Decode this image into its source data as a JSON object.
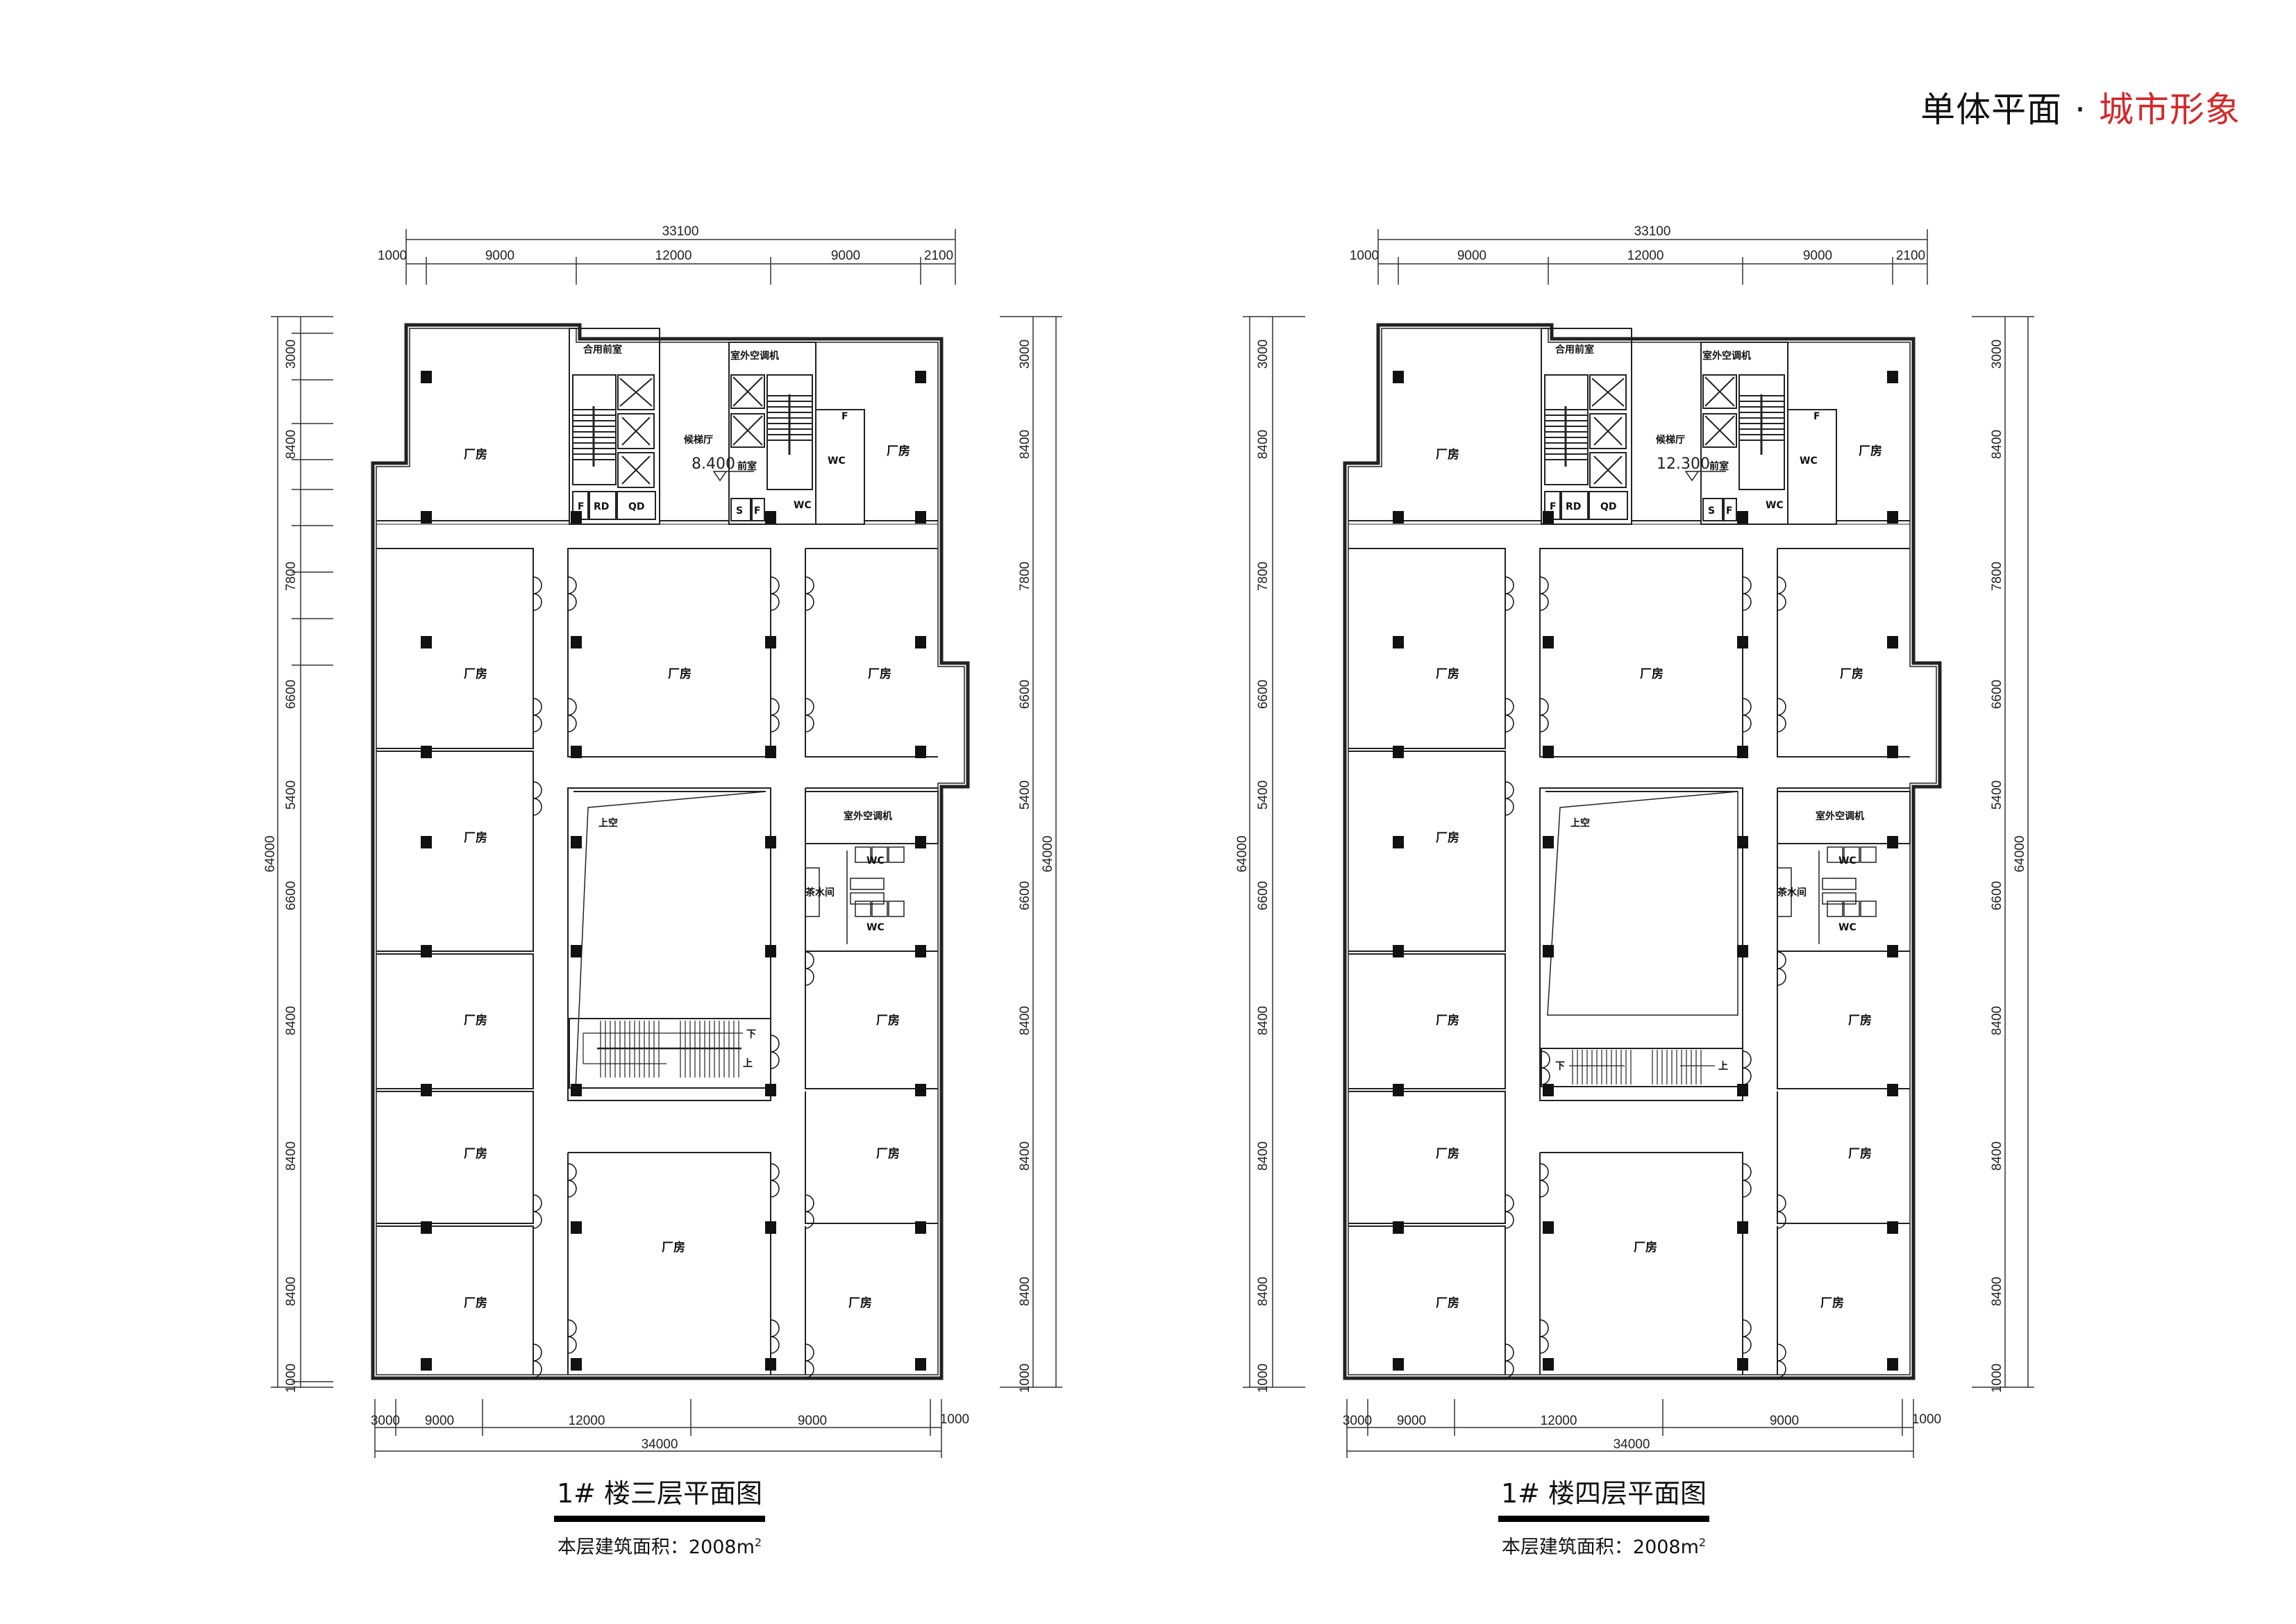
{
  "header": {
    "title_left": "单体平面",
    "separator": "·",
    "title_right": "城市形象",
    "accent_color": "#d4282a"
  },
  "plans": [
    {
      "id": "floor3",
      "title": "1# 楼三层平面图",
      "area_label": "本层建筑面积：2008m",
      "area_sup": "2",
      "elevation": "8.400",
      "top_dims": {
        "total": "33100",
        "segments": [
          "1000",
          "9000",
          "12000",
          "9000",
          "2100"
        ]
      },
      "bottom_dims": {
        "total": "34000",
        "segments": [
          "3000",
          "9000",
          "12000",
          "9000",
          "1000"
        ]
      },
      "side_dims": {
        "total": "64000",
        "segments": [
          "3000",
          "8400",
          "7800",
          "6600",
          "5400",
          "6600",
          "8400",
          "8400",
          "8400",
          "1000"
        ]
      },
      "rooms": {
        "factory": "厂房",
        "shared_lobby": "合用前室",
        "outdoor_ac": "室外空调机",
        "elevator_hall": "候梯厅",
        "anteroom": "前室",
        "wc": "WC",
        "tea_room": "茶水间",
        "void": "上空",
        "f": "F",
        "rd": "RD",
        "qd": "QD",
        "s": "S",
        "up": "上",
        "down": "下"
      }
    },
    {
      "id": "floor4",
      "title": "1# 楼四层平面图",
      "area_label": "本层建筑面积：2008m",
      "area_sup": "2",
      "elevation": "12.300",
      "top_dims": {
        "total": "33100",
        "segments": [
          "1000",
          "9000",
          "12000",
          "9000",
          "2100"
        ]
      },
      "bottom_dims": {
        "total": "34000",
        "segments": [
          "3000",
          "9000",
          "12000",
          "9000",
          "1000"
        ]
      },
      "side_dims": {
        "total": "64000",
        "segments": [
          "3000",
          "8400",
          "7800",
          "6600",
          "5400",
          "6600",
          "8400",
          "8400",
          "8400",
          "1000"
        ]
      },
      "rooms": {
        "factory": "厂房",
        "shared_lobby": "合用前室",
        "outdoor_ac": "室外空调机",
        "elevator_hall": "候梯厅",
        "anteroom": "前室",
        "wc": "WC",
        "tea_room": "茶水间",
        "void": "上空",
        "f": "F",
        "rd": "RD",
        "qd": "QD",
        "s": "S",
        "up": "上",
        "down": "下"
      }
    }
  ]
}
